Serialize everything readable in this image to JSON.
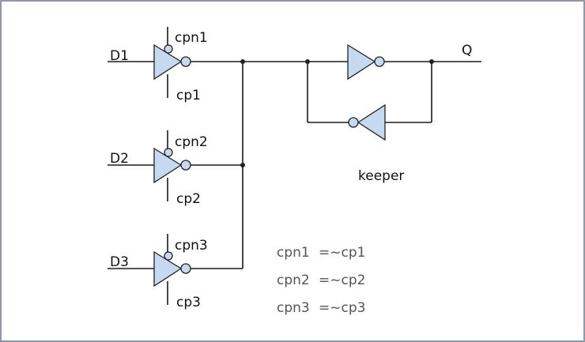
{
  "diagram": {
    "inputs": [
      "D1",
      "D2",
      "D3"
    ],
    "enable_top": [
      "cpn1",
      "cpn2",
      "cpn3"
    ],
    "enable_bottom": [
      "cp1",
      "cp2",
      "cp3"
    ],
    "output": "Q",
    "keeper_label": "keeper",
    "equations": [
      {
        "lhs": "cpn1",
        "rhs": "=~cp1"
      },
      {
        "lhs": "cpn2",
        "rhs": "=~cp2"
      },
      {
        "lhs": "cpn3",
        "rhs": "=~cp3"
      }
    ]
  }
}
